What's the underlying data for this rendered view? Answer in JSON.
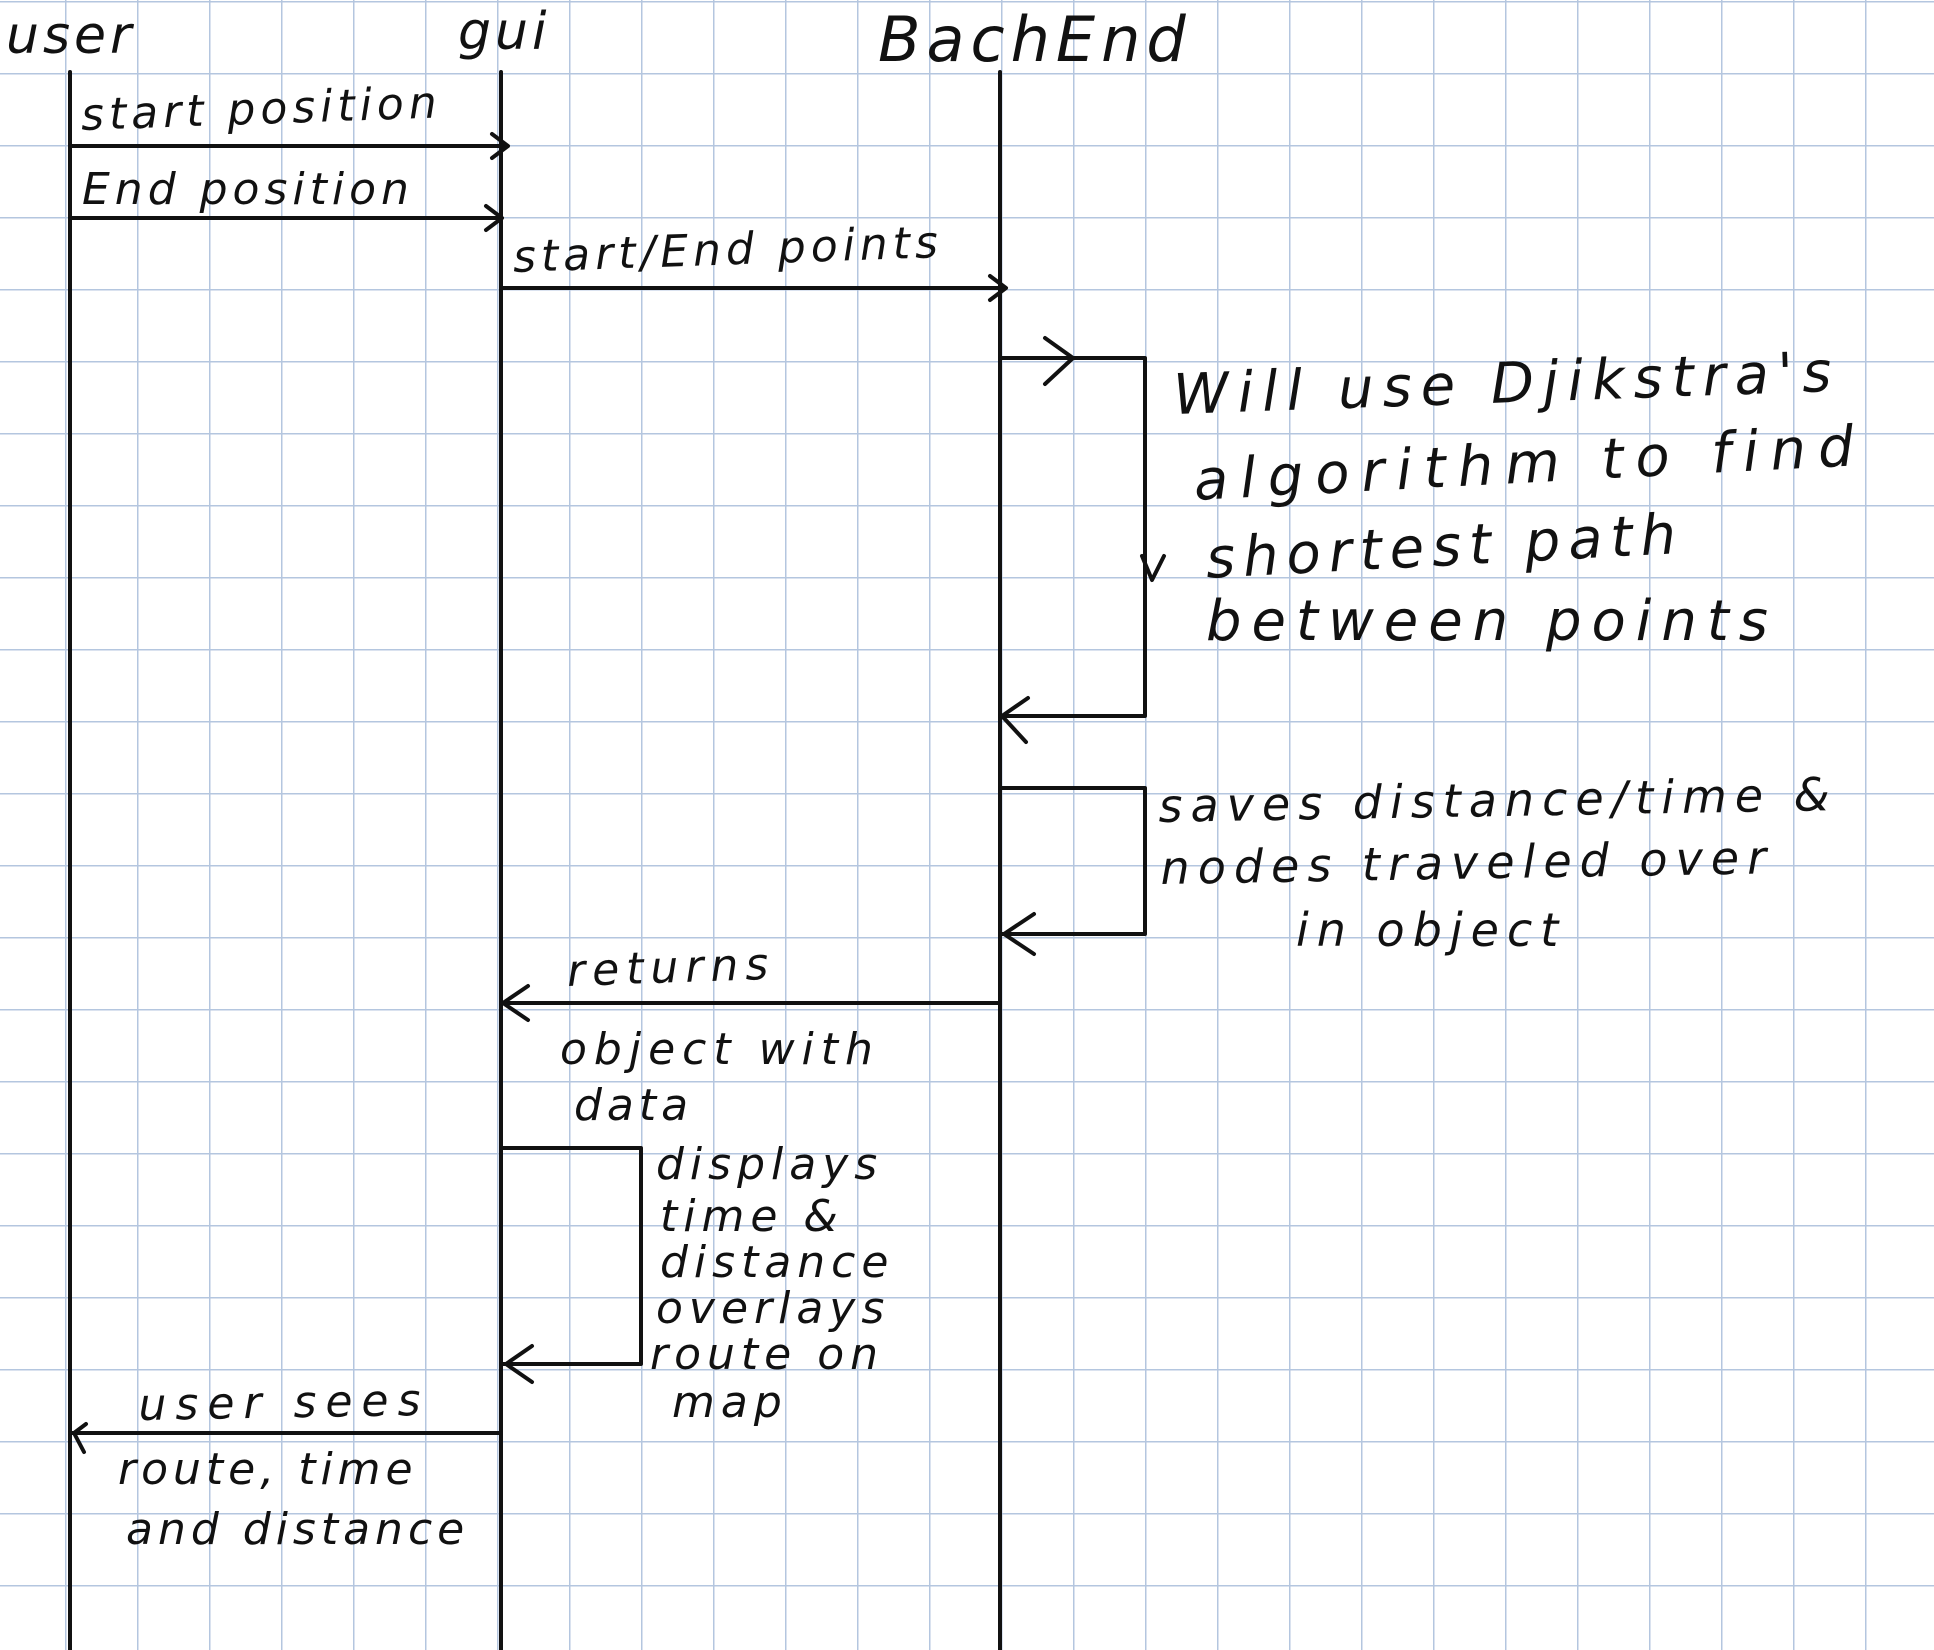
{
  "actors": {
    "user": "user",
    "gui": "gui",
    "backend": "BachEnd"
  },
  "messages": {
    "start_position": "start position",
    "end_position": "End position",
    "start_end_points": "start/End points",
    "returns": "returns",
    "object_with_data_1": "object with",
    "object_with_data_2": "data",
    "user_sees_1": "user sees",
    "user_sees_2": "route, time",
    "user_sees_3": "and distance"
  },
  "notes": {
    "dijkstra": [
      "Will use Djikstra's",
      "algorithm to find",
      "shortest path",
      "between points"
    ],
    "saves": [
      "saves distance/time &",
      "nodes traveled over",
      "in object"
    ],
    "displays": [
      "displays",
      "time &",
      "distance",
      "overlays",
      "route on",
      "map"
    ]
  }
}
